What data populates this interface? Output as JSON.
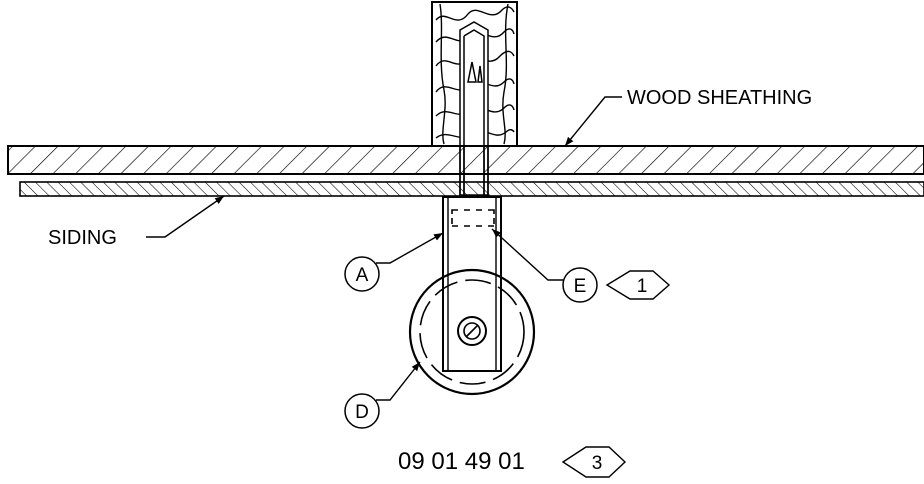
{
  "labels": {
    "wood_sheathing": "WOOD SHEATHING",
    "siding": "SIDING"
  },
  "callouts": {
    "a": "A",
    "d": "D",
    "e": "E"
  },
  "flags": {
    "note_1": "1",
    "note_3": "3"
  },
  "drawing_code": "09 01 49 01",
  "colors": {
    "ink": "#000000",
    "paper": "#ffffff"
  }
}
